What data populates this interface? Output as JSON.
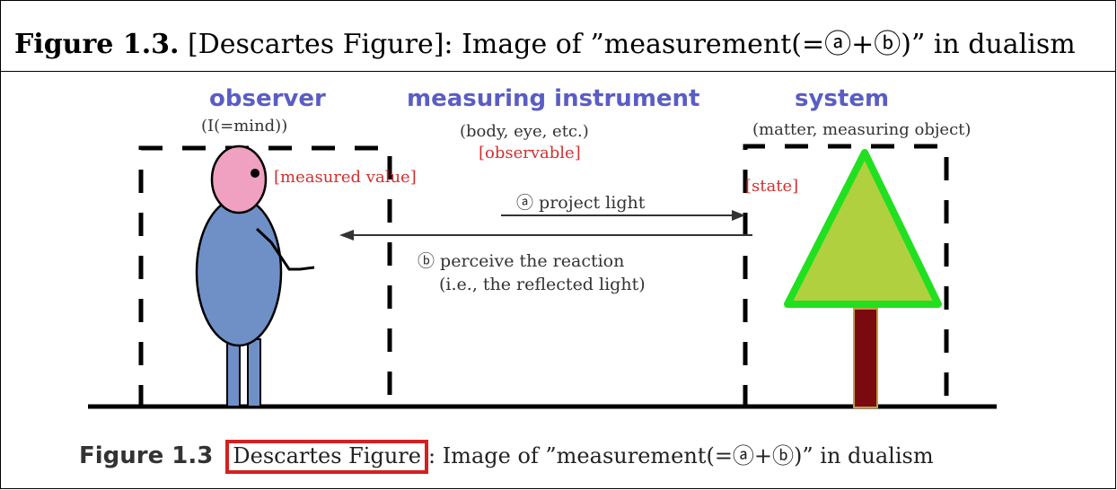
{
  "caption": {
    "lead": "Figure 1.3.",
    "text": "[Descartes Figure]: Image of ”measurement(=ⓐ+ⓑ)” in dualism"
  },
  "diagram": {
    "observer": {
      "title": "observer",
      "subtitle": "(I(=mind))",
      "measured_value": "[measured value]"
    },
    "instrument": {
      "title": "measuring instrument",
      "subtitle": "(body, eye, etc.)",
      "observable": "[observable]"
    },
    "system": {
      "title": "system",
      "subtitle": "(matter, measuring object)",
      "state": "[state]"
    },
    "arrow_a": "ⓐ  project light",
    "arrow_b_line1": "ⓑ  perceive the reaction",
    "arrow_b_line2": "(i.e., the reflected light)",
    "colors": {
      "title_blue": "#5a5dc4",
      "red_label": "#d03030",
      "head": "#f0a0c0",
      "body": "#6f8fc7",
      "tree_fill": "#b0d040",
      "tree_outline": "#20e020",
      "trunk": "#7a0a10"
    }
  },
  "bottom_caption": {
    "lead": "Figure 1.3",
    "boxed": "Descartes Figure",
    "rest": ": Image of ”measurement(=ⓐ+ⓑ)” in dualism"
  }
}
